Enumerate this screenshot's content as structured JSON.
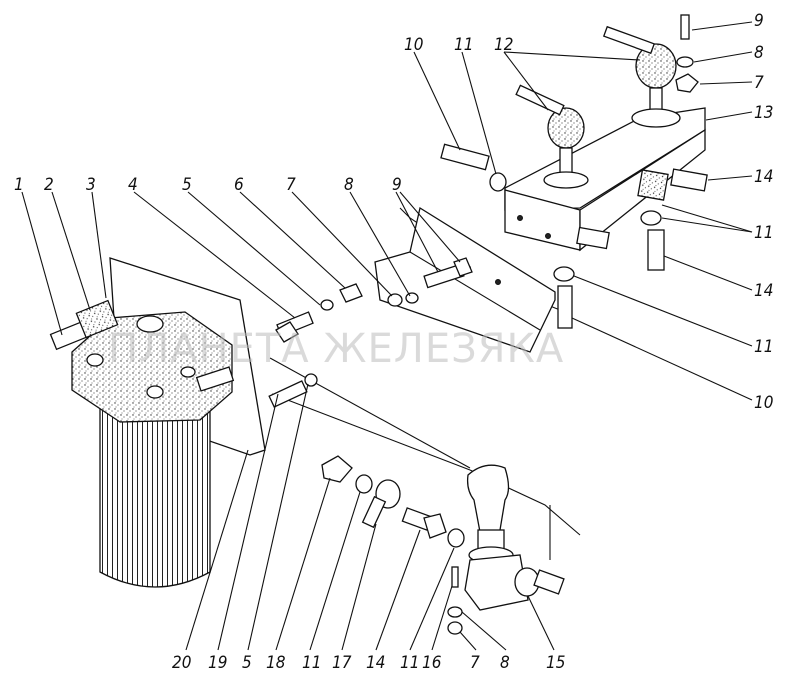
{
  "watermark": "ПЛАНЕТА ЖЕЛЕЗЯКА",
  "callouts": {
    "c1": "1",
    "c2": "2",
    "c3": "3",
    "c4": "4",
    "c5": "5",
    "c6": "6",
    "c7": "7",
    "c8": "8",
    "c9": "9",
    "top_10": "10",
    "top_11": "11",
    "top_12": "12",
    "top_9": "9",
    "top_8": "8",
    "top_7": "7",
    "top_13": "13",
    "r_14a": "14",
    "r_11": "11",
    "r_14b": "14",
    "r_11b": "11",
    "r_10": "10",
    "b_20": "20",
    "b_19": "19",
    "b_5": "5",
    "b_18": "18",
    "b_11a": "11",
    "b_17": "17",
    "b_14": "14",
    "b_11b": "11",
    "b_16": "16",
    "b_7": "7",
    "b_8": "8",
    "b_15": "15"
  }
}
